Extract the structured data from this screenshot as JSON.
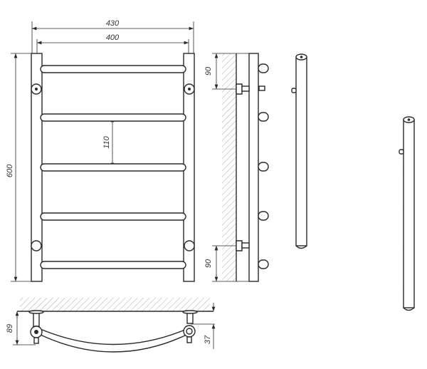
{
  "title": "Towel rail technical drawing",
  "dimensions": {
    "overall_width": "430",
    "axis_width": "400",
    "height": "600",
    "rung_spacing": "110",
    "top_bracket_offset": "90",
    "bottom_bracket_offset": "90",
    "wall_depth": "89",
    "bracket_depth": "37"
  },
  "rung_count": 5,
  "colors": {
    "line": "#2a2a2a",
    "hatch": "#888888"
  }
}
